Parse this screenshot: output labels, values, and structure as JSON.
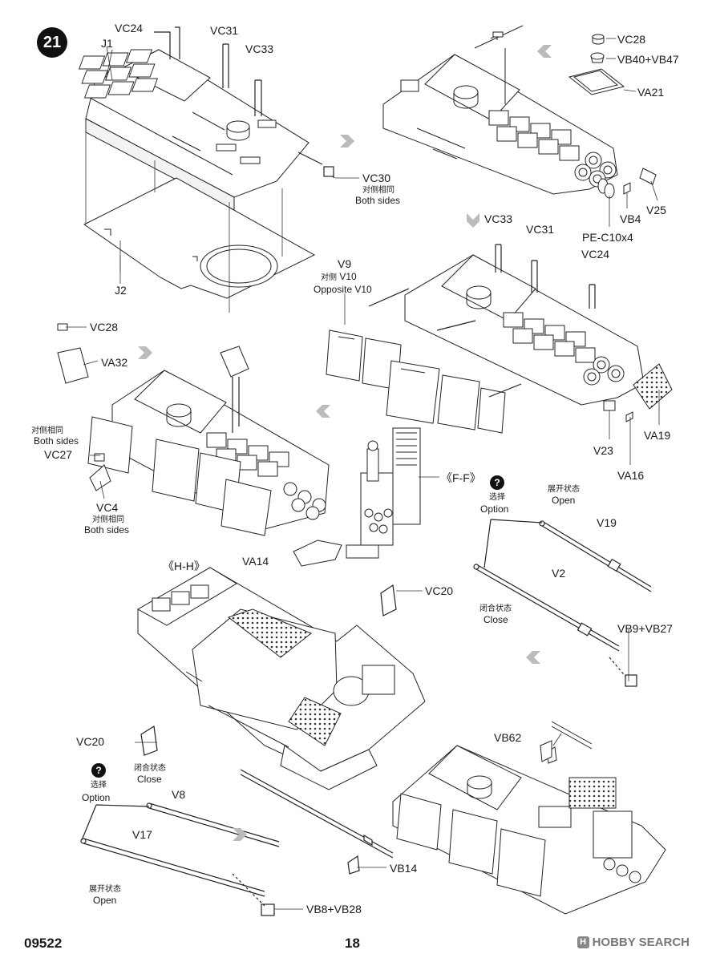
{
  "step": "21",
  "footer": {
    "catalog_no": "09522",
    "page_no": "18"
  },
  "watermark": {
    "brand": "HOBBY SEARCH",
    "logo_glyph": "H"
  },
  "option_icon": "?",
  "labels": {
    "vc24_a": "VC24",
    "vc31_a": "VC31",
    "vc33_a": "VC33",
    "j1": "J1",
    "j2": "J2",
    "vc30": "VC30",
    "vc30_zh": "对侧相同",
    "vc30_en": "Both sides",
    "vc28_a": "VC28",
    "vb40": "VB40+VB47",
    "va21": "VA21",
    "v25": "V25",
    "vb4": "VB4",
    "pe": "PE-C10x4",
    "vc33_b": "VC33",
    "vc31_b": "VC31",
    "vc24_b": "VC24",
    "v9": "V9",
    "v9_zh": "对侧",
    "v9_v10": "V10",
    "v9_en": "Opposite V10",
    "vc28_b": "VC28",
    "va32": "VA32",
    "vc27_zh": "对侧相同",
    "vc27_en": "Both sides",
    "vc27": "VC27",
    "vc4": "VC4",
    "vc4_zh": "对侧相同",
    "vc4_en": "Both sides",
    "va14": "VA14",
    "ff": "《F-F》",
    "v23": "V23",
    "va19": "VA19",
    "va16": "VA16",
    "opt1_zh": "选择",
    "opt1_en": "Option",
    "open1_zh": "展开状态",
    "open1_en": "Open",
    "v19": "V19",
    "v2": "V2",
    "close1_zh": "闭合状态",
    "close1_en": "Close",
    "vb9": "VB9+VB27",
    "hh": "《H-H》",
    "vc20_a": "VC20",
    "vc20_b": "VC20",
    "vb62": "VB62",
    "opt2_zh": "选择",
    "opt2_en": "Option",
    "close2_zh": "闭合状态",
    "close2_en": "Close",
    "v8": "V8",
    "v17": "V17",
    "open2_zh": "展开状态",
    "open2_en": "Open",
    "vb14": "VB14",
    "vb8": "VB8+VB28"
  }
}
